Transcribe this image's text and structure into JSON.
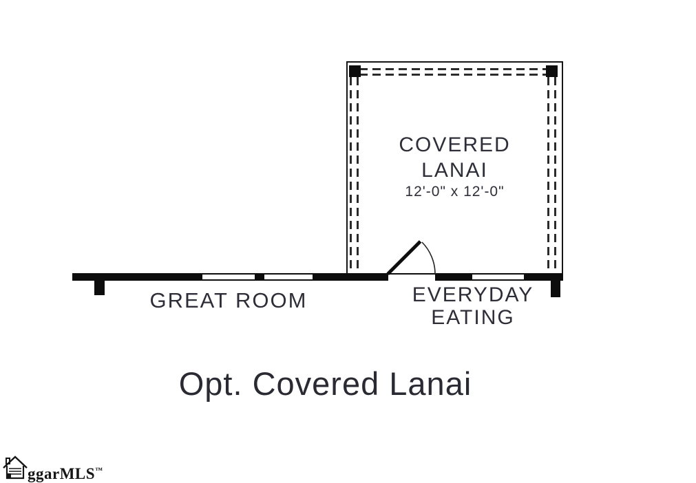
{
  "floor_plan": {
    "title": "Opt. Covered Lanai",
    "rooms": {
      "covered_lanai": {
        "name_line1": "COVERED",
        "name_line2": "LANAI",
        "dimensions": "12'-0\" x 12'-0\""
      },
      "great_room": {
        "label": "GREAT ROOM"
      },
      "everyday_eating": {
        "label_line1": "EVERYDAY",
        "label_line2": "EATING"
      }
    },
    "features": {
      "door": "swing-door-to-lanai",
      "windows_count": 3,
      "lanai_posts_count": 2
    },
    "colors": {
      "wall": "#0d0d0d",
      "text": "#2e2e38",
      "dash": "#2b2b2b",
      "background": "#ffffff"
    }
  },
  "footer": {
    "brand": "ggarMLS",
    "trademark": "™",
    "icon": "house-icon"
  }
}
